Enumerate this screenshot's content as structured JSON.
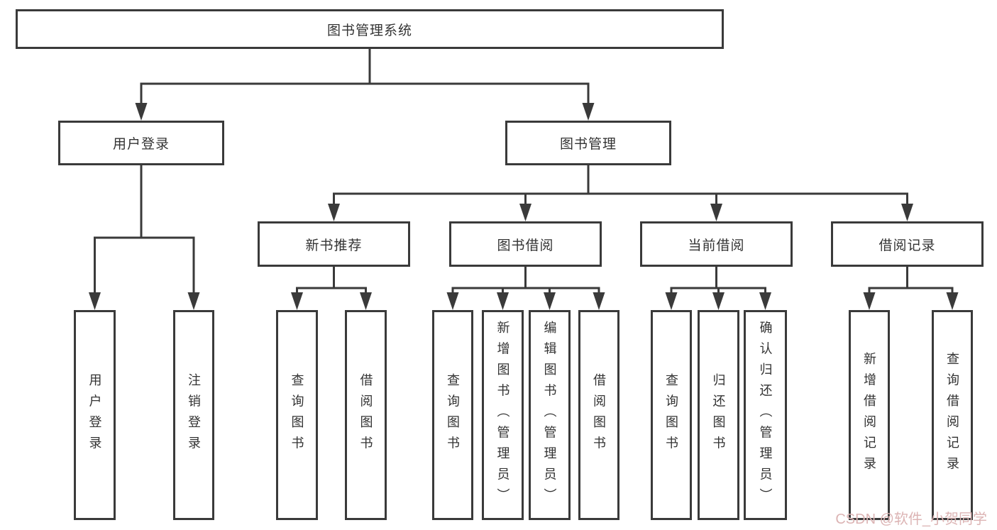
{
  "diagram": {
    "root": {
      "label": "图书管理系统"
    },
    "branches": [
      {
        "label": "用户登录",
        "children": [
          {
            "label": "用户登录"
          },
          {
            "label": "注销登录"
          }
        ]
      },
      {
        "label": "图书管理",
        "children": [
          {
            "label": "新书推荐",
            "children": [
              {
                "label": "查询图书"
              },
              {
                "label": "借阅图书"
              }
            ]
          },
          {
            "label": "图书借阅",
            "children": [
              {
                "label": "查询图书"
              },
              {
                "label": "新增图书（管理员）"
              },
              {
                "label": "编辑图书（管理员）"
              },
              {
                "label": "借阅图书"
              }
            ]
          },
          {
            "label": "当前借阅",
            "children": [
              {
                "label": "查询图书"
              },
              {
                "label": "归还图书"
              },
              {
                "label": "确认归还（管理员）"
              }
            ]
          },
          {
            "label": "借阅记录",
            "children": [
              {
                "label": "新增借阅记录"
              },
              {
                "label": "查询借阅记录"
              }
            ]
          }
        ]
      }
    ]
  },
  "watermark": {
    "text": "CSDN @软件_小贺同学",
    "color": "#dcb4b4"
  },
  "colors": {
    "line": "#3a3a3a",
    "text": "#333333",
    "background": "#ffffff"
  }
}
